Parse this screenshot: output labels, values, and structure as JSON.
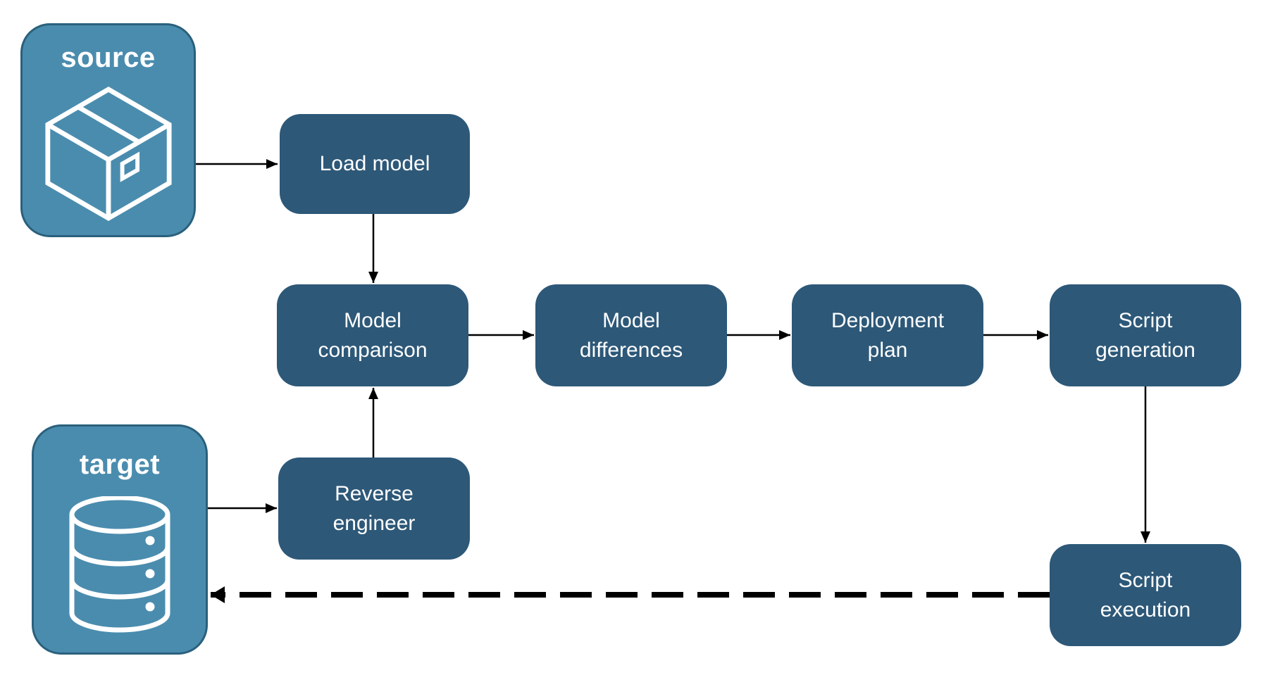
{
  "diagram": {
    "endpoints": {
      "source": {
        "label": "source",
        "icon": "package-icon"
      },
      "target": {
        "label": "target",
        "icon": "database-icon"
      }
    },
    "nodes": {
      "load_model": {
        "label": "Load model"
      },
      "model_comparison": {
        "label": "Model comparison"
      },
      "model_differences": {
        "label": "Model differences"
      },
      "deployment_plan": {
        "label": "Deployment plan"
      },
      "script_generation": {
        "label": "Script generation"
      },
      "reverse_engineer": {
        "label": "Reverse engineer"
      },
      "script_execution": {
        "label": "Script execution"
      }
    },
    "edges": [
      {
        "from": "source",
        "to": "load-model",
        "style": "solid",
        "points": [
          [
            278,
            233
          ],
          [
            394,
            233
          ]
        ]
      },
      {
        "from": "load-model",
        "to": "model-comparison",
        "style": "solid",
        "points": [
          [
            530,
            304
          ],
          [
            530,
            402
          ]
        ]
      },
      {
        "from": "model-comparison",
        "to": "model-differences",
        "style": "solid",
        "points": [
          [
            665,
            476
          ],
          [
            758,
            476
          ]
        ]
      },
      {
        "from": "model-differences",
        "to": "deployment-plan",
        "style": "solid",
        "points": [
          [
            1032,
            476
          ],
          [
            1122,
            476
          ]
        ]
      },
      {
        "from": "deployment-plan",
        "to": "script-generation",
        "style": "solid",
        "points": [
          [
            1395,
            476
          ],
          [
            1488,
            476
          ]
        ]
      },
      {
        "from": "script-generation",
        "to": "script-execution",
        "style": "solid",
        "points": [
          [
            1626,
            549
          ],
          [
            1626,
            771
          ]
        ]
      },
      {
        "from": "target",
        "to": "reverse-engineer",
        "style": "solid",
        "points": [
          [
            295,
            722
          ],
          [
            393,
            722
          ]
        ]
      },
      {
        "from": "reverse-engineer",
        "to": "model-comparison",
        "style": "solid",
        "points": [
          [
            530,
            650
          ],
          [
            530,
            551
          ]
        ]
      },
      {
        "from": "script-execution",
        "to": "target",
        "style": "dashed",
        "points": [
          [
            1490,
            845
          ],
          [
            299,
            845
          ]
        ]
      }
    ],
    "colors": {
      "node_fill": "#2d5878",
      "endpoint_fill": "#4a8cae",
      "endpoint_border": "#2a607c",
      "arrow": "#000000",
      "label_text": "#ffffff",
      "background": "#ffffff"
    }
  }
}
